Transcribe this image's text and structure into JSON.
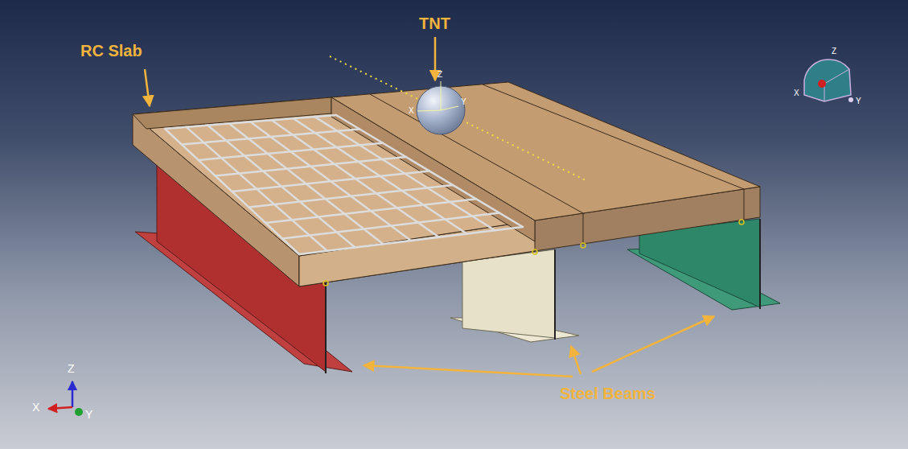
{
  "diagram": {
    "labels": [
      "RC Slab",
      "TNT",
      "Z",
      "X",
      "Y",
      "Z",
      "X",
      "Y",
      "Steel Beams",
      "Z",
      "X",
      "Y"
    ]
  }
}
